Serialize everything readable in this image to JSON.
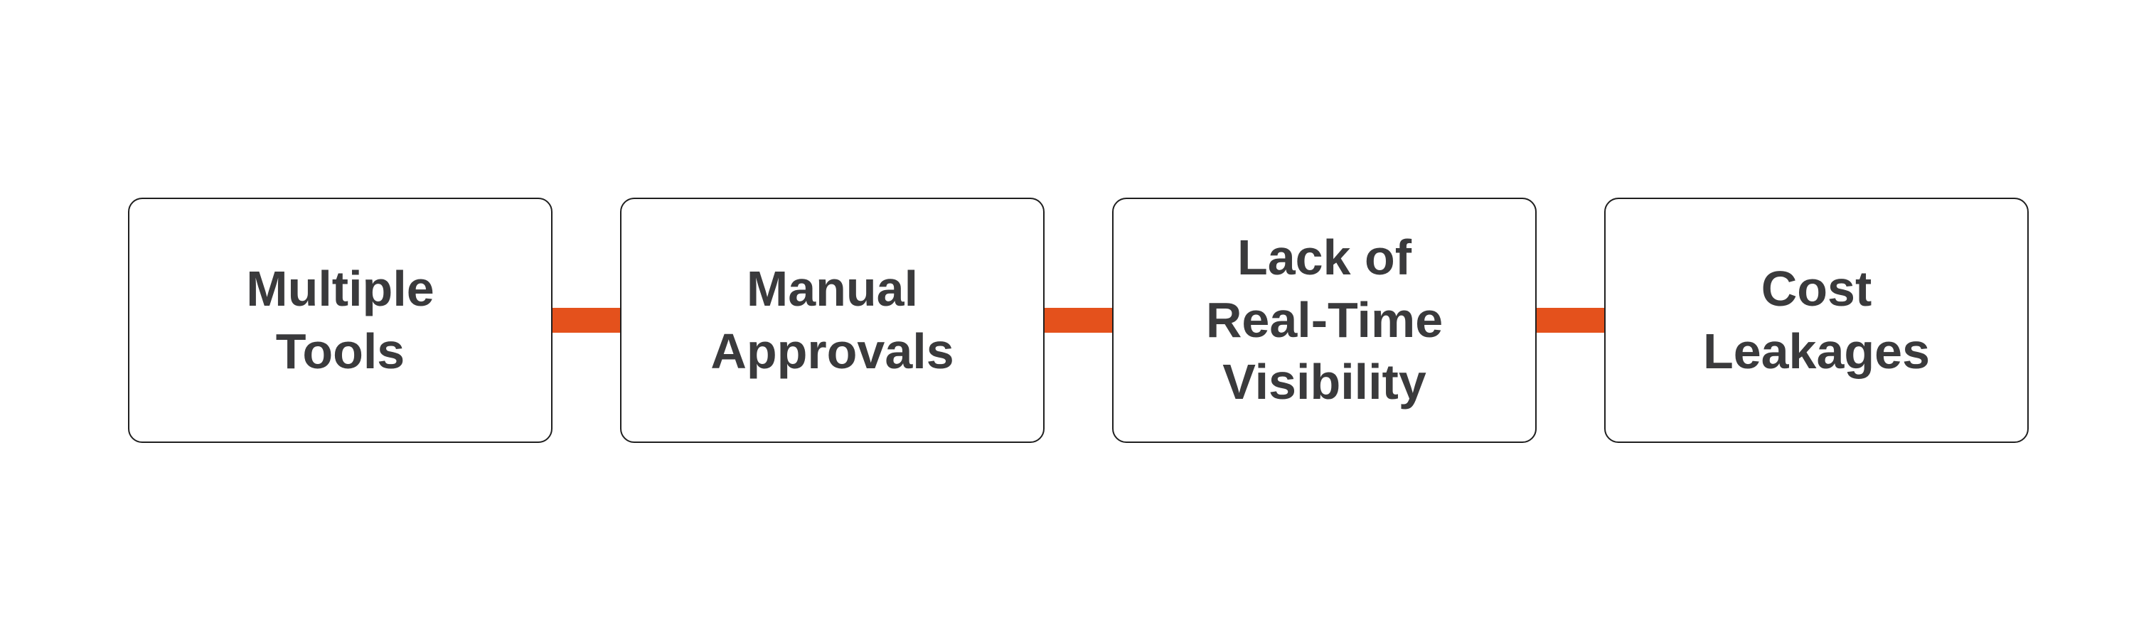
{
  "diagram": {
    "colors": {
      "background": "#ffffff",
      "accent": "#e4511c",
      "border": "#1f1f1f",
      "text": "#3a3a3c"
    },
    "nodes": [
      {
        "label": "Multiple\nTools"
      },
      {
        "label": "Manual\nApprovals"
      },
      {
        "label": "Lack of\nReal-Time\nVisibility"
      },
      {
        "label": "Cost\nLeakages"
      }
    ]
  }
}
